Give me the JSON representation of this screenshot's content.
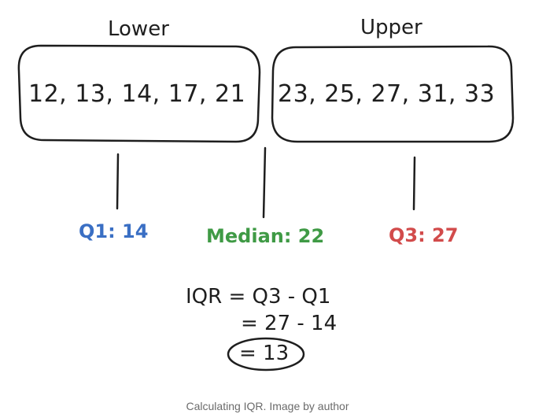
{
  "lower": {
    "label": "Lower",
    "values": "12, 13, 14, 17, 21"
  },
  "upper": {
    "label": "Upper",
    "values": "23, 25, 27, 31, 33"
  },
  "stats": {
    "q1": "Q1: 14",
    "median": "Median: 22",
    "q3": "Q3: 27"
  },
  "colors": {
    "q1": "#3a6fc4",
    "median": "#3f9a45",
    "q3": "#d24b4b",
    "ink": "#1e1e1e"
  },
  "equation": {
    "line1": "IQR = Q3 - Q1",
    "line2": "= 27 - 14",
    "line3": "= 13"
  },
  "caption": "Calculating IQR. Image by author"
}
